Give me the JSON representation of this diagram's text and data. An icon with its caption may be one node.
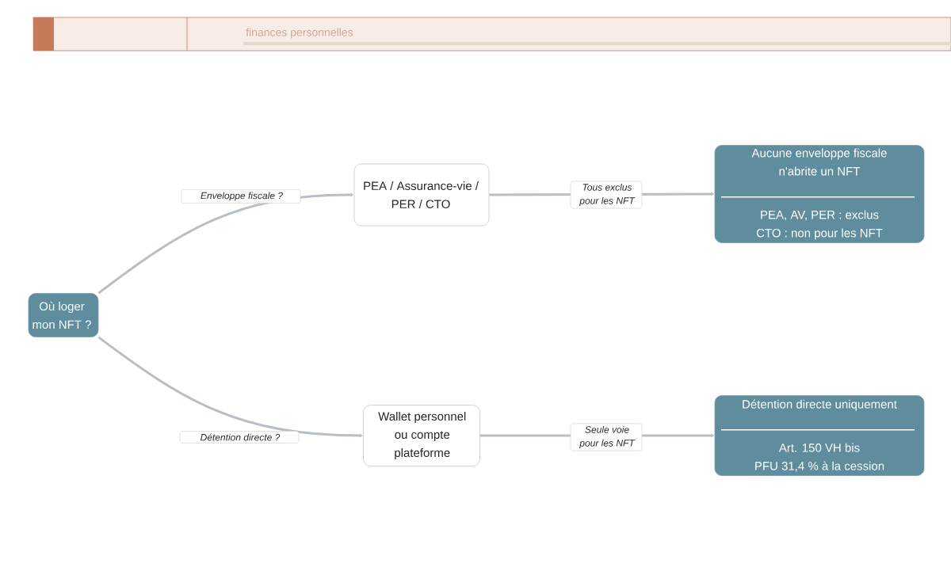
{
  "diagram": {
    "nodes": [
      {
        "text": [
          "Où loger mon NFT ?"
        ]
      },
      {
        "text": [
          "PEA / Assurance-vie / PER / CTO"
        ]
      },
      {
        "text": [
          "Aucune enveloppe fiscale n'abrite un NFT",
          "PEA, AV, PER : exclus CTO : non pour les NFT"
        ]
      },
      {
        "text": [
          "Wallet personnel ou compte plateforme"
        ]
      },
      {
        "text": [
          "Détention directe uniquement",
          "Art. 150 VH bis PFU 31,4 % à la cession"
        ]
      }
    ],
    "edges": [
      {
        "from": 0,
        "to": 1,
        "arrow": "to",
        "label": "Enveloppe fiscale ?"
      },
      {
        "from": 1,
        "to": 2,
        "arrow": "to",
        "label": "Tous exclus pour les NFT"
      },
      {
        "from": 0,
        "to": 3,
        "arrow": "to",
        "label": "Détention directe ?"
      },
      {
        "from": 3,
        "to": 4,
        "arrow": "to",
        "label": "Seule voie pour les NFT"
      }
    ],
    "labels": [
      "finances personnelles"
    ]
  }
}
